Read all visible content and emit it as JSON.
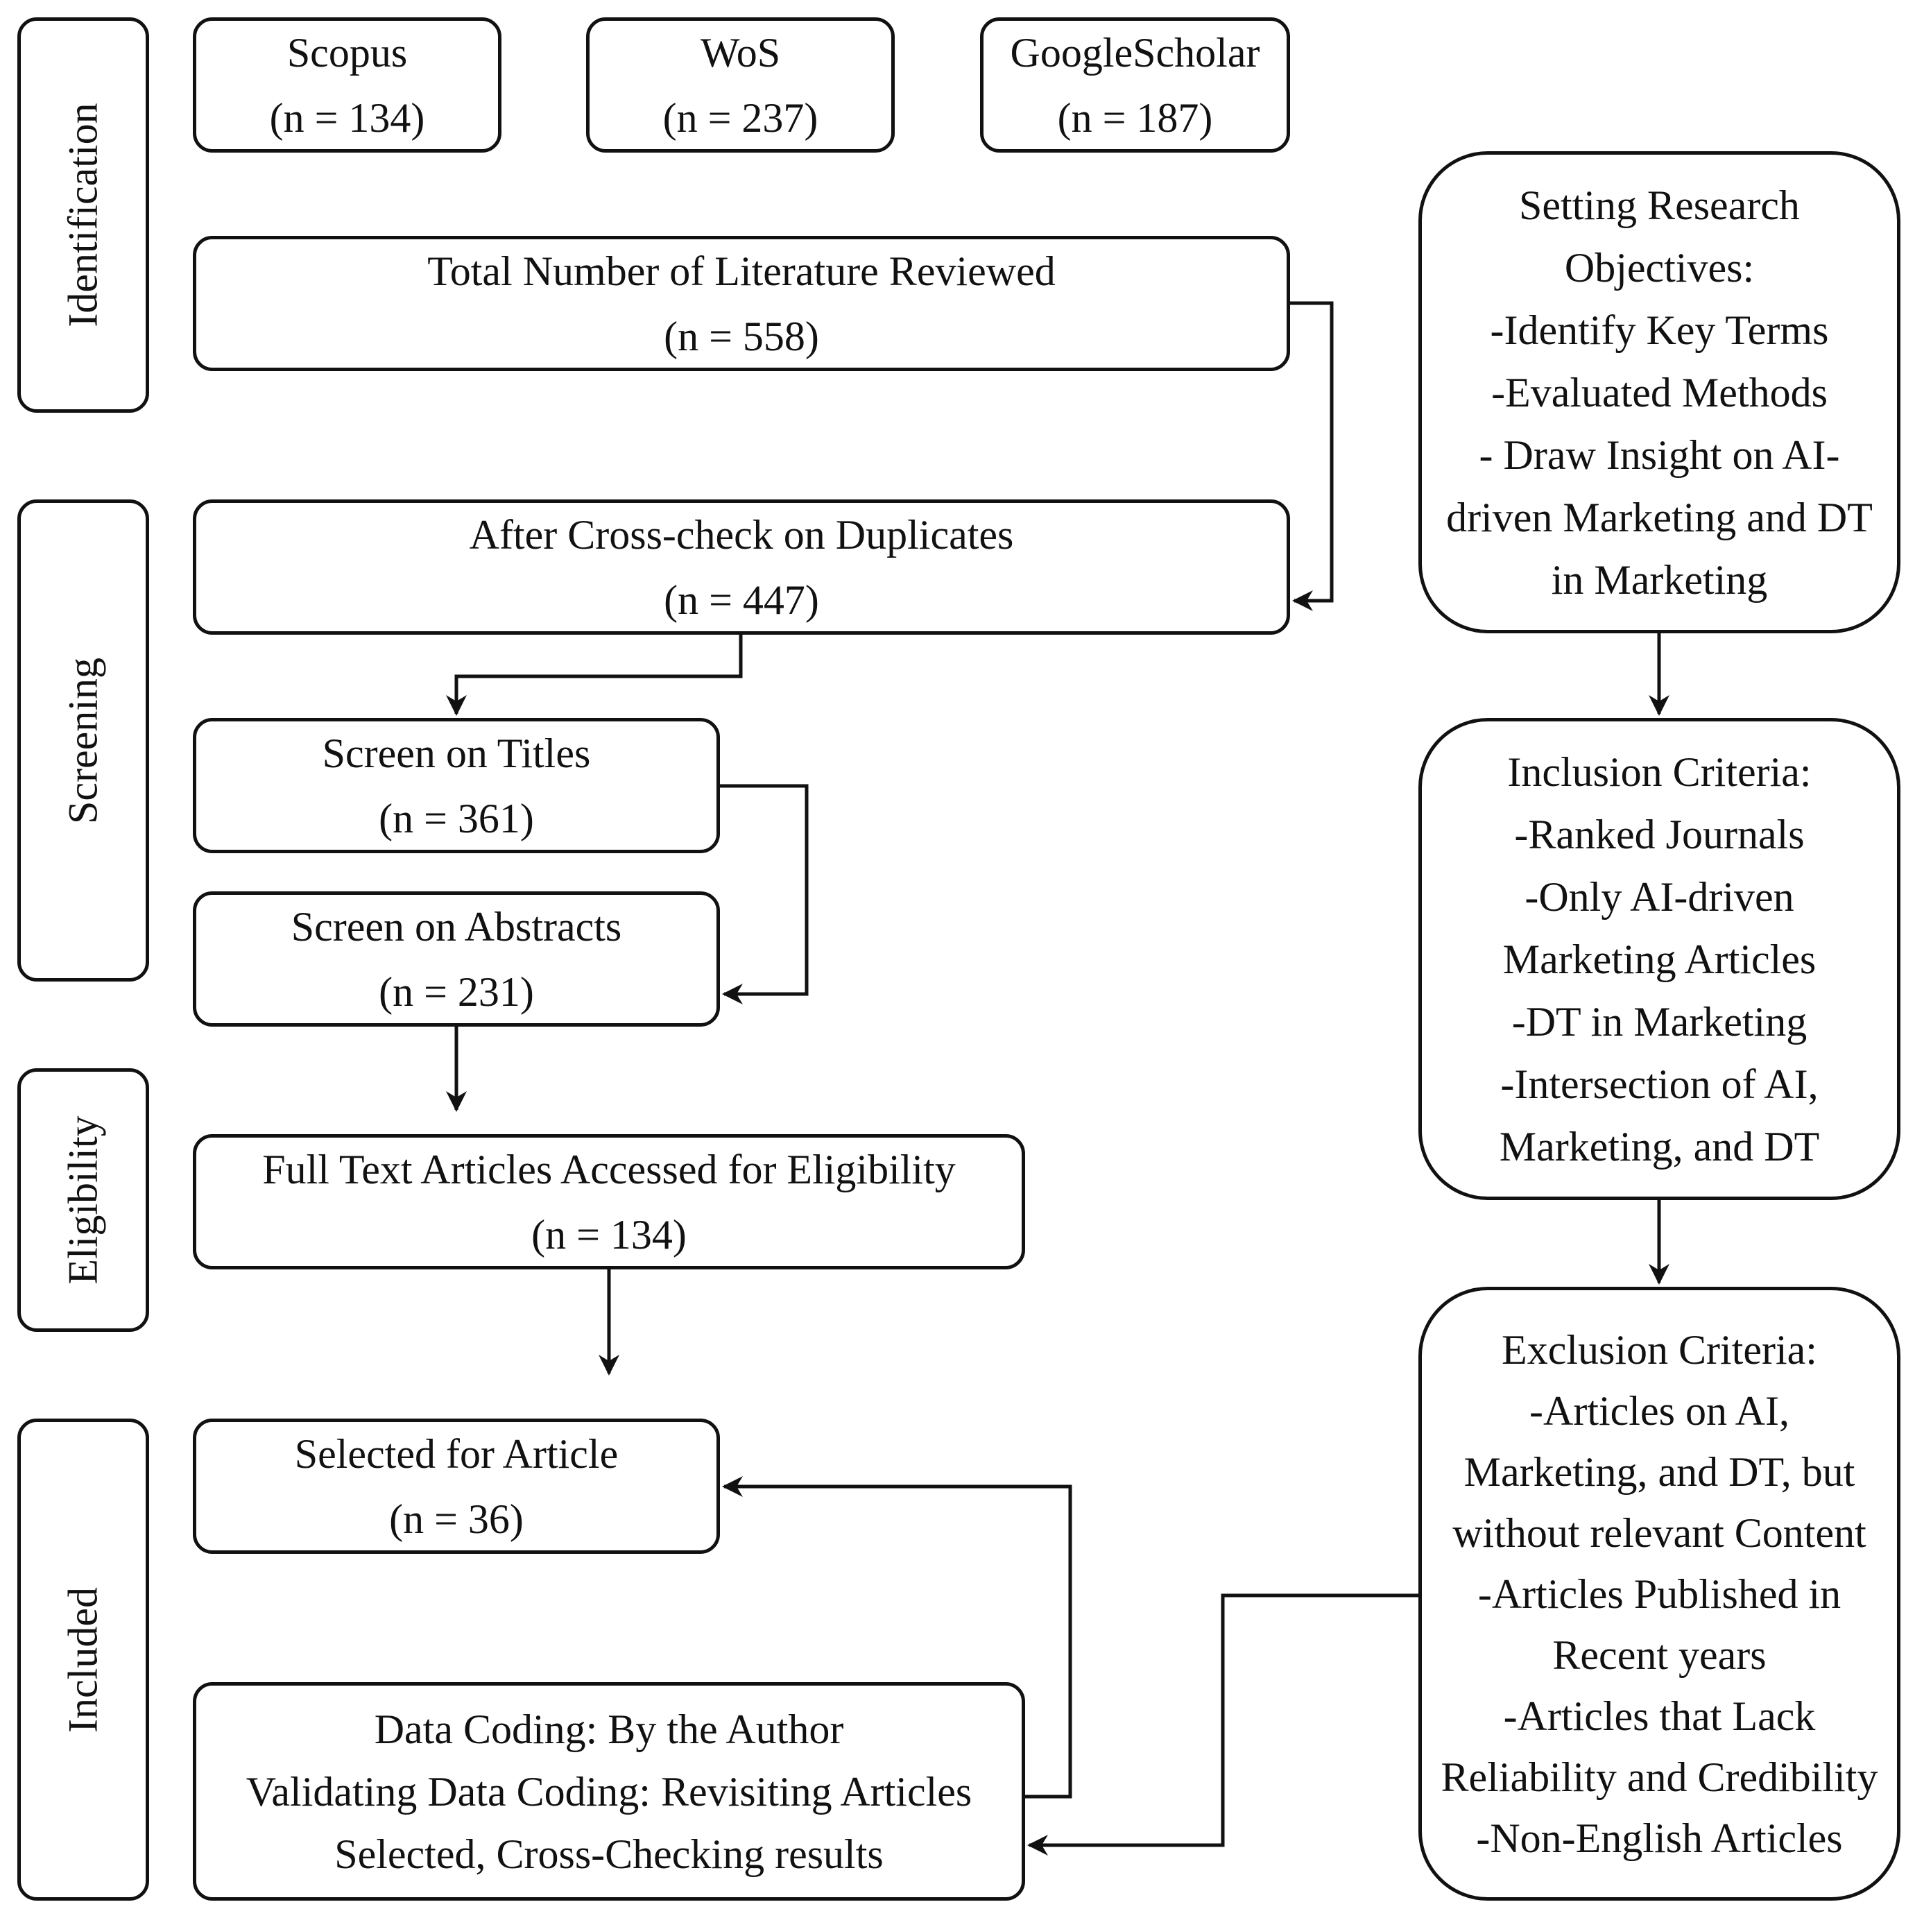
{
  "stages": {
    "identification": "Identification",
    "screening": "Screening",
    "eligibility": "Eligibility",
    "included": "Included"
  },
  "sources": {
    "scopus": {
      "name": "Scopus",
      "count": "(n = 134)"
    },
    "wos": {
      "name": "WoS",
      "count": "(n = 237)"
    },
    "google_scholar": {
      "name": "GoogleScholar",
      "count": "(n = 187)"
    }
  },
  "flow": {
    "total": {
      "title": "Total Number of Literature Reviewed",
      "count": "(n = 558)"
    },
    "duplicates": {
      "title": "After Cross-check on Duplicates",
      "count": "(n = 447)"
    },
    "titles": {
      "title": "Screen on Titles",
      "count": "(n = 361)"
    },
    "abstracts": {
      "title": "Screen on Abstracts",
      "count": "(n = 231)"
    },
    "full_text": {
      "title": "Full Text Articles Accessed for Eligibility",
      "count": "(n = 134)"
    },
    "selected": {
      "title": "Selected for Article",
      "count": "(n = 36)"
    },
    "data_coding": {
      "lines": [
        "Data Coding: By the Author",
        "Validating Data Coding: Revisiting Articles",
        "Selected, Cross-Checking results"
      ]
    }
  },
  "criteria": {
    "objectives": {
      "lines": [
        "Setting Research",
        "Objectives:",
        "-Identify Key Terms",
        "-Evaluated Methods",
        "- Draw Insight on AI-",
        "driven Marketing and DT",
        "in Marketing"
      ]
    },
    "inclusion": {
      "lines": [
        "Inclusion Criteria:",
        "-Ranked Journals",
        "-Only AI-driven",
        "Marketing Articles",
        "-DT in Marketing",
        "-Intersection of AI,",
        "Marketing, and DT"
      ]
    },
    "exclusion": {
      "lines": [
        "Exclusion Criteria:",
        "-Articles on AI,",
        "Marketing, and DT, but",
        "without relevant Content",
        "-Articles Published in",
        "Recent years",
        "-Articles that Lack",
        "Reliability and Credibility",
        "-Non-English Articles"
      ]
    }
  },
  "colors": {
    "stroke": "#111111",
    "background": "#ffffff"
  }
}
